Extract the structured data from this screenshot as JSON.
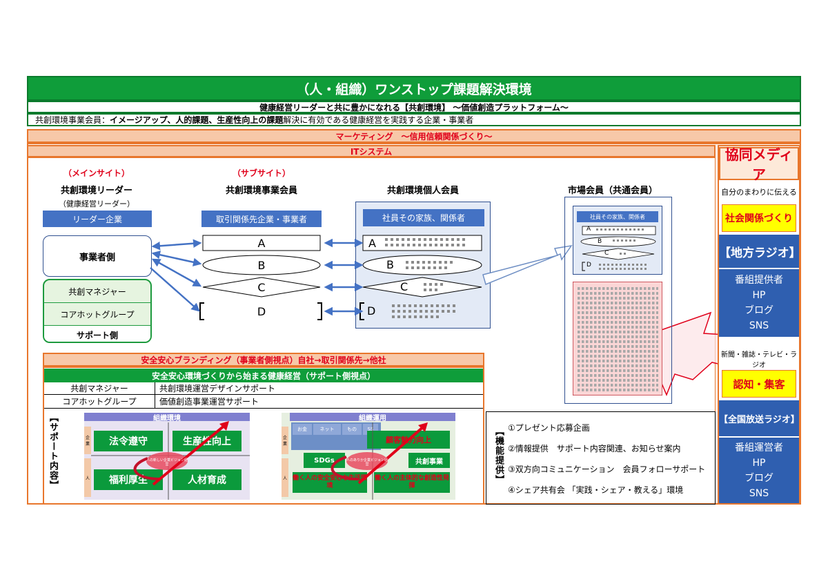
{
  "title": "（人・組織）ワンストップ課題解決環境",
  "subtitle": "健康経営リーダーと共に豊かになれる【共創環境】 ～価値創造プラットフォーム～",
  "member_line": {
    "prefix": "共創環境事業会員：",
    "bold": "イメージアップ、人的課題、生産性向上の課題",
    "suffix": "解決に有効である健康経営を実践する企業・事業者"
  },
  "marketing_label": "マーケティング　～信用信頼関係づくり～",
  "it_label": "ITシステム",
  "main_site": {
    "tag": "（メインサイト）",
    "title": "共創環境リーダー",
    "sub": "（健康経営リーダー）",
    "box": "リーダー企業",
    "jigyosha": "事業者側",
    "manager": "共創マネジャー",
    "corehot": "コアホットグループ",
    "support": "サポート側"
  },
  "sub_site": {
    "tag": "（サブサイト）",
    "title": "共創環境事業会員",
    "box": "取引関係先企業・事業者",
    "rows": [
      "A",
      "B",
      "C",
      "D"
    ]
  },
  "personal": {
    "title": "共創環境個人会員",
    "box": "社員その家族、関係者",
    "rows": [
      "A",
      "B",
      "C",
      "D"
    ]
  },
  "market": {
    "title": "市場会員（共通会員）",
    "box": "社員その家族、関係者",
    "rows": [
      "A",
      "B",
      "C",
      "D"
    ]
  },
  "media": {
    "header": "協同メディア",
    "sub1": "自分のまわりに伝える",
    "hl1": "社会関係づくり",
    "radio1": "【地方ラジオ】",
    "radio1_items": [
      "番組提供者",
      "HP",
      "ブログ",
      "SNS"
    ],
    "sub2": "新聞・雑誌・テレビ・ラジオ",
    "hl2": "認知・集客",
    "radio2": "【全国放送ラジオ】",
    "radio2_items": [
      "番組運営者",
      "HP",
      "ブログ",
      "SNS"
    ]
  },
  "branding": {
    "header": "安全安心ブランディング（事業者側視点）自社→取引関係先→他社",
    "green": "安全安心環境づくりから始まる健康経営（サポート側視点）",
    "rows": [
      {
        "left": "共創マネジャー",
        "right": "共創環境運営デザインサポート"
      },
      {
        "left": "コアホットグループ",
        "right": "価値創造事業運営サポート"
      }
    ]
  },
  "support_label": "【サポート内容】",
  "diagram1": {
    "header": "組織環境",
    "cells": [
      "法令遵守",
      "生産性向上",
      "福利厚生",
      "人材育成"
    ],
    "center": "人の新しい企業ビジョン経営",
    "side_top": "企業",
    "side_bottom": "人"
  },
  "diagram2": {
    "header": "組織運用",
    "cells": [
      "顧客魅力向上",
      "SDGs",
      "共創事業",
      "働く人の安全安心な生活環境",
      "働く人の主体的な創造性発揮"
    ],
    "center": "人のありか企業ビジョン経営",
    "tabs": [
      "お金",
      "ネット",
      "もの",
      "SS"
    ],
    "side_top": "企業",
    "side_bottom": "人"
  },
  "functions": {
    "label": "【機能提供】",
    "items": [
      "①プレゼント応募企画",
      "②情報提供　サポート内容関連、お知らせ案内",
      "③双方向コミュニケーション　会員フォローサポート",
      "④シェア共有会 「実践・シェア・教える」環境"
    ]
  },
  "colors": {
    "green": "#0f9d3a",
    "orange": "#e8762c",
    "orange_fill": "#f7c8a8",
    "blue": "#4472c4",
    "media_blue": "#2f5fb0",
    "red": "#e0001a",
    "yellow": "#ffff00"
  }
}
